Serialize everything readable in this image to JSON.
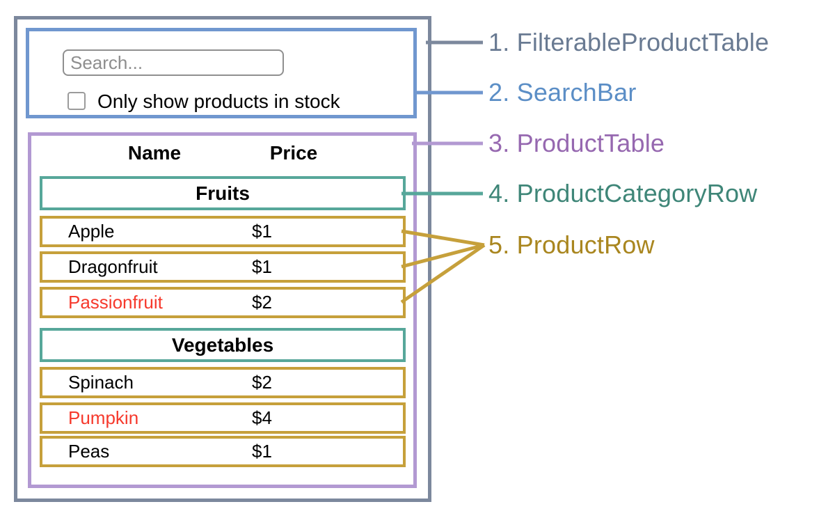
{
  "palette": {
    "frame_gray": "#7c889d",
    "frame_blue": "#7097cf",
    "frame_purple": "#b299d2",
    "frame_teal": "#57a79a",
    "frame_gold": "#c6a03b",
    "out_of_stock_red": "#f6392c",
    "input_border_gray": "#8f8f8f",
    "placeholder_gray": "#8e8e8e"
  },
  "search_bar": {
    "placeholder": "Search...",
    "checkbox_label": "Only show products in stock",
    "checkbox_checked": false
  },
  "product_table": {
    "columns": [
      "Name",
      "Price"
    ],
    "sections": [
      {
        "category": "Fruits",
        "rows": [
          {
            "name": "Apple",
            "price": "$1",
            "in_stock": true
          },
          {
            "name": "Dragonfruit",
            "price": "$1",
            "in_stock": true
          },
          {
            "name": "Passionfruit",
            "price": "$2",
            "in_stock": false
          }
        ]
      },
      {
        "category": "Vegetables",
        "rows": [
          {
            "name": "Spinach",
            "price": "$2",
            "in_stock": true
          },
          {
            "name": "Pumpkin",
            "price": "$4",
            "in_stock": false
          },
          {
            "name": "Peas",
            "price": "$1",
            "in_stock": true
          }
        ]
      }
    ]
  },
  "annotations": [
    {
      "label": "1. FilterableProductTable",
      "color": "#697a92"
    },
    {
      "label": "2. SearchBar",
      "color": "#5b8ec6"
    },
    {
      "label": "3. ProductTable",
      "color": "#9668b0"
    },
    {
      "label": "4. ProductCategoryRow",
      "color": "#3f8678"
    },
    {
      "label": "5. ProductRow",
      "color": "#a9861f"
    }
  ]
}
